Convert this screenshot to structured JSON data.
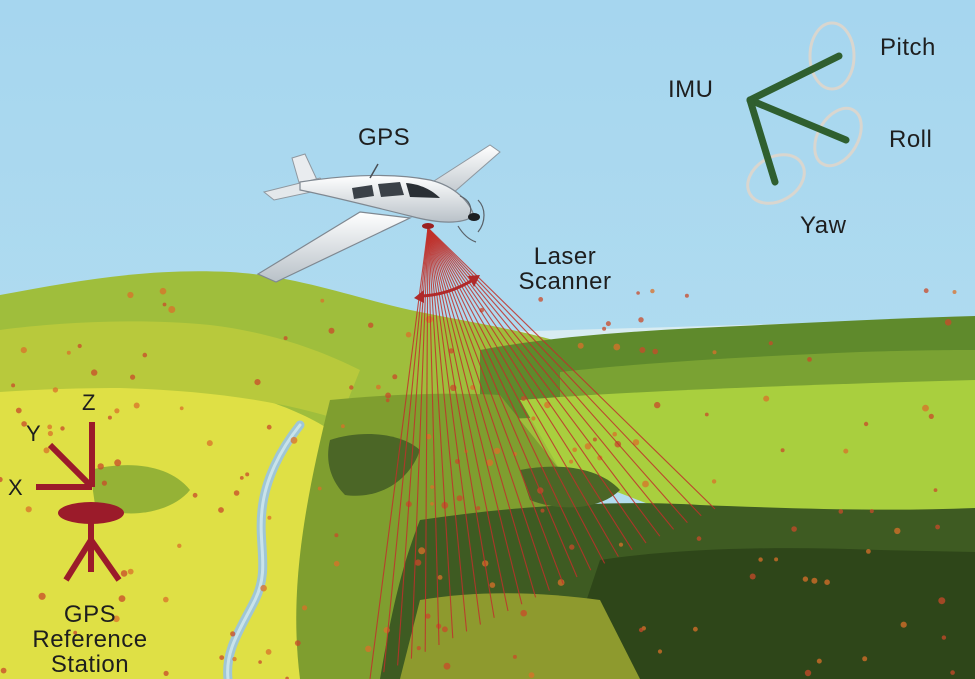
{
  "labels": {
    "gps": "GPS",
    "imu": "IMU",
    "pitch": "Pitch",
    "roll": "Roll",
    "yaw": "Yaw",
    "laser_line1": "Laser",
    "laser_line2": "Scanner",
    "axis_x": "X",
    "axis_y": "Y",
    "axis_z": "Z",
    "station_line1": "GPS",
    "station_line2": "Reference",
    "station_line3": "Station"
  },
  "colors": {
    "sky": "#a9d7ee",
    "hill": "#9fbe3c",
    "field": "#d9dc3f",
    "forest": "#3d5a22",
    "beam": "#c0302a",
    "station": "#9b1b2a",
    "imu": "#2f5f2f",
    "ring": "#d9d6cf"
  },
  "icons": [
    "airplane-icon",
    "laser-beam-icon",
    "gps-station-icon",
    "imu-axes-icon"
  ]
}
